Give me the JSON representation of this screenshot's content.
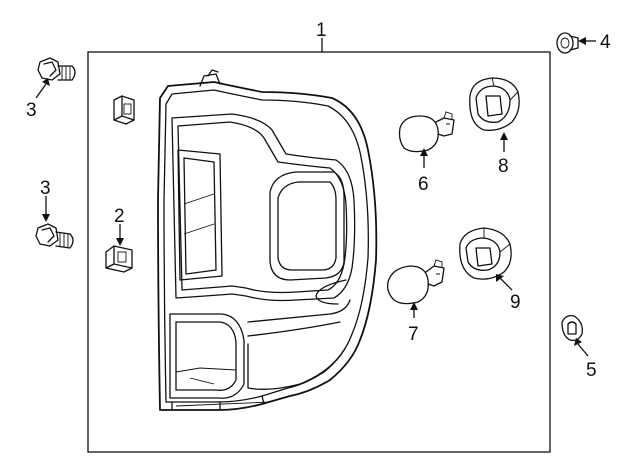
{
  "diagram": {
    "callouts": {
      "c1": "1",
      "c2": "2",
      "c3a": "3",
      "c3b": "3",
      "c4": "4",
      "c5": "5",
      "c6": "6",
      "c7": "7",
      "c8": "8",
      "c9": "9"
    }
  }
}
